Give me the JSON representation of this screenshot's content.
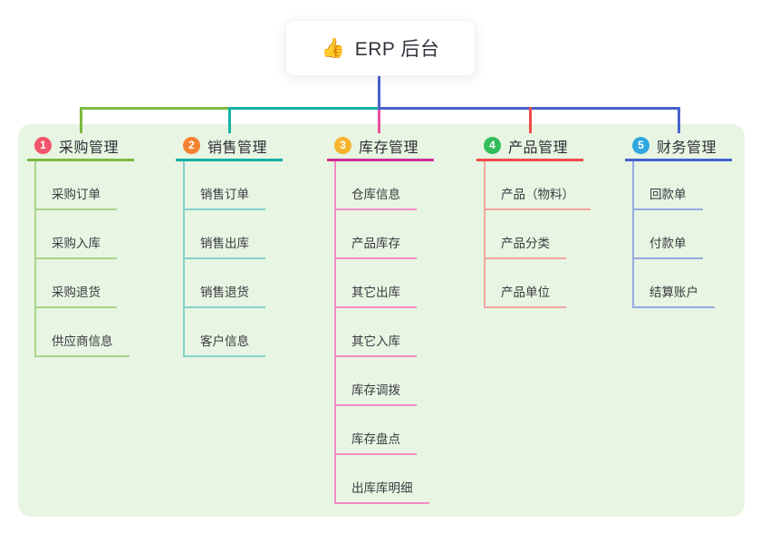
{
  "root": {
    "label": "ERP 后台",
    "icon_glyph": "👍",
    "icon_name": "thumbs-up-icon"
  },
  "colors": {
    "background": "#ffffff",
    "panel": "#e7f5e2",
    "root_edge": "#4a5fc7",
    "text_dark": "#2e2f35"
  },
  "branches": [
    {
      "badge": "1",
      "label": "采购管理",
      "color": "#7cb93e",
      "drop_color": "#7cb93e",
      "light_color": "#a9d48c",
      "badge_color": "#f2566c",
      "children": [
        "采购订单",
        "采购入库",
        "采购退货",
        "供应商信息"
      ]
    },
    {
      "badge": "2",
      "label": "销售管理",
      "color": "#13b1a4",
      "drop_color": "#13b1a4",
      "light_color": "#85d2ca",
      "badge_color": "#f58231",
      "children": [
        "销售订单",
        "销售出库",
        "销售退货",
        "客户信息"
      ]
    },
    {
      "badge": "3",
      "label": "库存管理",
      "color": "#ce2f92",
      "drop_color": "#ee4f9e",
      "light_color": "#f28cc0",
      "badge_color": "#f6b42c",
      "children": [
        "仓库信息",
        "产品库存",
        "其它出库",
        "其它入库",
        "库存调拨",
        "库存盘点",
        "出库库明细"
      ]
    },
    {
      "badge": "4",
      "label": "产品管理",
      "color": "#f04b4b",
      "drop_color": "#f04b4b",
      "light_color": "#f5a4a0",
      "badge_color": "#32bd5c",
      "children": [
        "产品（物料）",
        "产品分类",
        "产品单位"
      ]
    },
    {
      "badge": "5",
      "label": "财务管理",
      "color": "#4663ce",
      "drop_color": "#4663ce",
      "light_color": "#97a9e3",
      "badge_color": "#2fa8df",
      "children": [
        "回款单",
        "付款单",
        "结算账户"
      ]
    }
  ]
}
